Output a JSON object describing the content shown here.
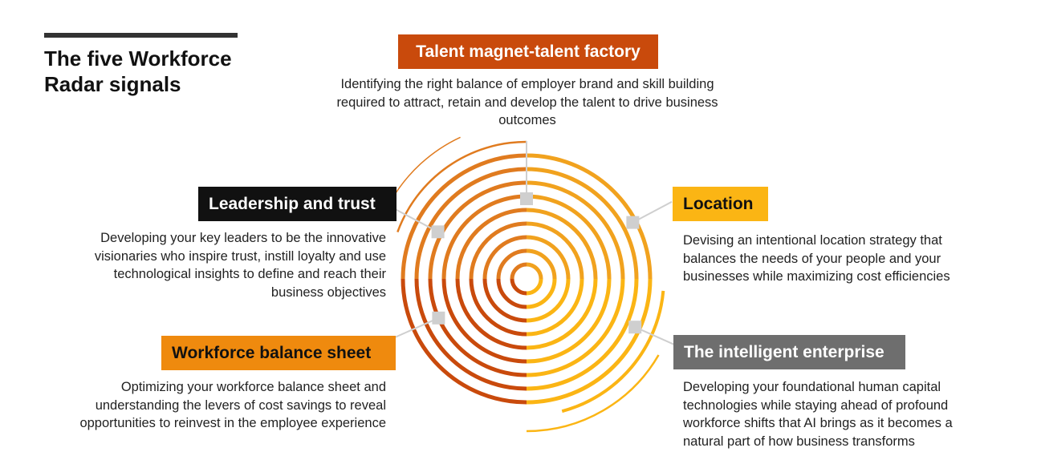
{
  "title": "The five Workforce\nRadar signals",
  "colors": {
    "dark_orange": "#c94a0c",
    "mid_orange": "#e07b1f",
    "amber": "#f1a21e",
    "yellow": "#fbb514",
    "black": "#111111",
    "gray": "#6e6e6e",
    "marker": "#cfcfcf"
  },
  "signals": {
    "talent": {
      "label": "Talent magnet-talent factory",
      "description": "Identifying the right balance of employer brand and skill building required to attract, retain and develop the talent to drive business outcomes"
    },
    "leadership": {
      "label": "Leadership and trust",
      "description": "Developing your key leaders to be the innovative visionaries who inspire trust, instill loyalty and use technological insights to define and reach their business objectives"
    },
    "location": {
      "label": "Location",
      "description": "Devising an intentional location strategy that balances the needs of your people and your businesses while maximizing cost efficiencies"
    },
    "balance_sheet": {
      "label": "Workforce balance sheet",
      "description": "Optimizing your workforce balance sheet and understanding the levers of cost savings to reveal opportunities to reinvest in the employee experience"
    },
    "intelligent": {
      "label": "The intelligent enterprise",
      "description": "Developing your foundational human capital technologies while staying ahead of profound workforce shifts that AI brings as it becomes a natural part of how business transforms"
    }
  }
}
